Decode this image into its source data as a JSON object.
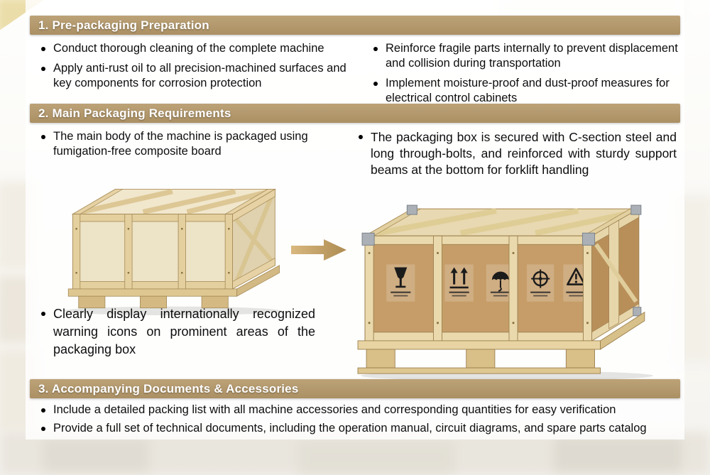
{
  "colors": {
    "header_bg": "#b49a6f",
    "arrow": "#c4a06a",
    "crate_wood": "#e4d09e",
    "crate_panel_light": "#ede3c6",
    "crate_panel_brown": "#c69d68"
  },
  "section1": {
    "title": "1. Pre-packaging Preparation",
    "left_bullets": [
      "Conduct thorough cleaning of the complete machine",
      "Apply anti-rust oil to all precision-machined surfaces and key components for corrosion protection"
    ],
    "right_bullets": [
      "Reinforce fragile parts internally to prevent displacement and collision during transportation",
      "Implement moisture-proof and dust-proof measures for electrical control cabinets"
    ]
  },
  "section2": {
    "title": "2. Main Packaging Requirements",
    "left_bullet_top": "The main body of the machine is packaged using fumigation-free composite board",
    "right_bullet": "The packaging box is secured with C-section steel and long through-bolts, and reinforced with sturdy support beams at the bottom for forklift handling",
    "left_bullet_bottom": "Clearly display internationally recognized warning icons on prominent areas of the packaging box"
  },
  "section3": {
    "title": "3. Accompanying Documents & Accessories",
    "bullets": [
      "Include a detailed packing list with all machine accessories and corresponding quantities for easy verification",
      "Provide a full set of technical documents, including the operation manual, circuit diagrams, and spare parts catalog"
    ]
  },
  "images": {
    "left_crate": "plain wooden shipping crate on pallet",
    "right_crate": "wooden shipping crate with printed handling marks on pallet",
    "warning_icons": [
      "fragile-icon",
      "this-way-up-icon",
      "keep-dry-icon",
      "center-of-gravity-icon",
      "warning-triangle-icon"
    ],
    "arrow": "right-arrow-icon"
  }
}
